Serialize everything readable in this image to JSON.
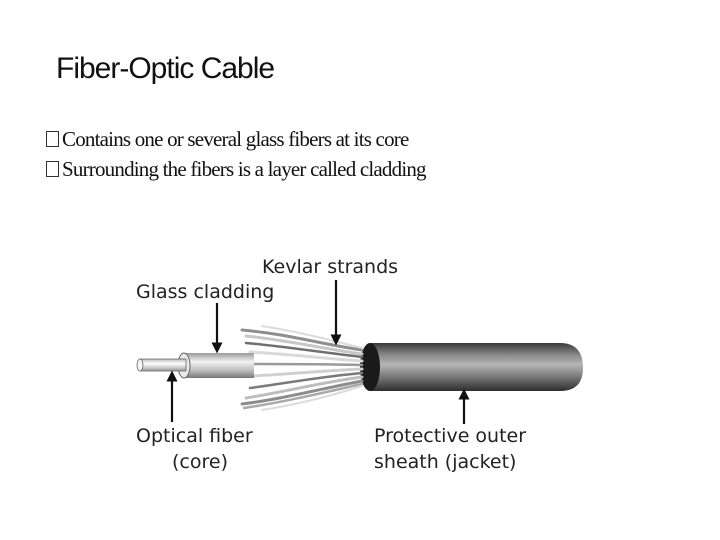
{
  "slide": {
    "title": "Fiber-Optic Cable",
    "bullets": [
      "Contains one or several glass fibers at its  core",
      "Surrounding the fibers is a layer called cladding"
    ]
  },
  "diagram": {
    "labels": {
      "kevlar": "Kevlar strands",
      "cladding": "Glass cladding",
      "fiber_line1": "Optical fiber",
      "fiber_line2": "(core)",
      "sheath_line1": "Protective outer",
      "sheath_line2": "sheath (jacket)"
    }
  }
}
